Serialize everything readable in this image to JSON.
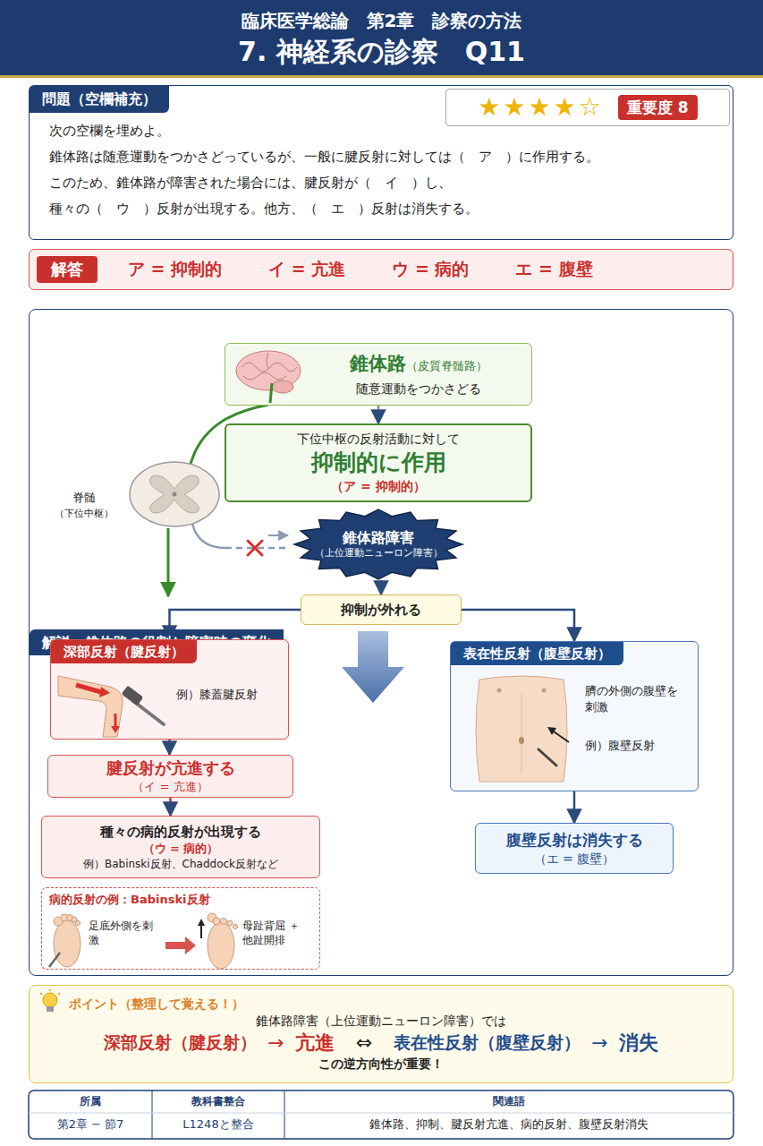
{
  "diagram": {
    "title": "臨床医学総論　第2章　診察の方法",
    "nodes": [
      {
        "text": [
          "問題（空欄補充）",
          "次の空欄を埋めよ。",
          "錐体路は随意運動をつかさどっているが、一般に腱反射に対しては（　ア　）に作用する。",
          "このため、錐体路が障害された場合には、腱反射が（　イ　）し、",
          "種々の（　ウ　）反射が出現する。他方、（　エ　）反射は消失する。"
        ]
      },
      {
        "text": [
          "★★★★☆",
          "重要度 8"
        ],
        "in": 0
      },
      {
        "text": [
          "解答",
          "ア = 抑制的",
          "イ = 亢進",
          "ウ = 病的",
          "エ = 腹壁"
        ]
      },
      {
        "text": [
          "解説：錐体路の役割と障害時の変化"
        ]
      },
      {
        "text": [
          "錐体路",
          "（皮質脊髄路）",
          "随意運動をつかさどる"
        ],
        "in": 3
      },
      {
        "text": [
          "下位中枢の反射活動に対して",
          "抑制的に作用",
          "（ア = 抑制的）"
        ],
        "in": 3
      },
      {
        "text": [
          "錐体路障害",
          "（上位運動ニューロン障害）"
        ],
        "in": 3
      },
      {
        "text": [
          "抑制が外れる"
        ],
        "in": 3
      },
      {
        "text": [
          "深部反射（腱反射）",
          "例）膝蓋腱反射"
        ],
        "in": 3
      },
      {
        "text": [
          "腱反射が亢進する",
          "（イ = 亢進）"
        ],
        "in": 3
      },
      {
        "text": [
          "種々の病的反射が出現する",
          "（ウ = 病的）",
          "例）Babinski反射、Chaddock反射など"
        ],
        "in": 3
      },
      {
        "text": [
          "病的反射の例：Babinski反射",
          "足底外側を刺激",
          "母趾背屈 ＋他趾開排"
        ],
        "in": 3
      },
      {
        "text": [
          "表在性反射（腹壁反射）",
          "臍の外側の腹壁を刺激",
          "例）腹壁反射"
        ],
        "in": 3
      },
      {
        "text": [
          "腹壁反射は消失する",
          "（エ = 腹壁）"
        ],
        "in": 3
      },
      {
        "text": [
          "ポイント（整理して覚える！）",
          "錐体路障害（上位運動ニューロン障害）では",
          "深部反射（腱反射）",
          "→",
          "亢進",
          "⇔",
          "表在性反射（腹壁反射）",
          "→",
          "消失",
          "この逆方向性が重要！"
        ]
      }
    ],
    "edges": [
      {
        "from": 4,
        "to": 5,
        "arrow": "to"
      },
      {
        "from": 6,
        "to": 7,
        "arrow": "to"
      },
      {
        "from": 7,
        "to": 8,
        "arrow": "to"
      },
      {
        "from": 7,
        "to": 12,
        "arrow": "to"
      },
      {
        "from": 8,
        "to": 9,
        "arrow": "to"
      },
      {
        "from": 9,
        "to": 10,
        "arrow": "to"
      },
      {
        "from": 12,
        "to": 13,
        "arrow": "to"
      }
    ],
    "labels": [
      "7. 神経系の診察　Q11",
      "脊髄",
      "（下位中枢）",
      "所属",
      "第2章 − 節7",
      "教科書整合",
      "L1248と整合",
      "関連語",
      "錐体路、抑制、腱反射亢進、病的反射、腹壁反射消失"
    ]
  }
}
